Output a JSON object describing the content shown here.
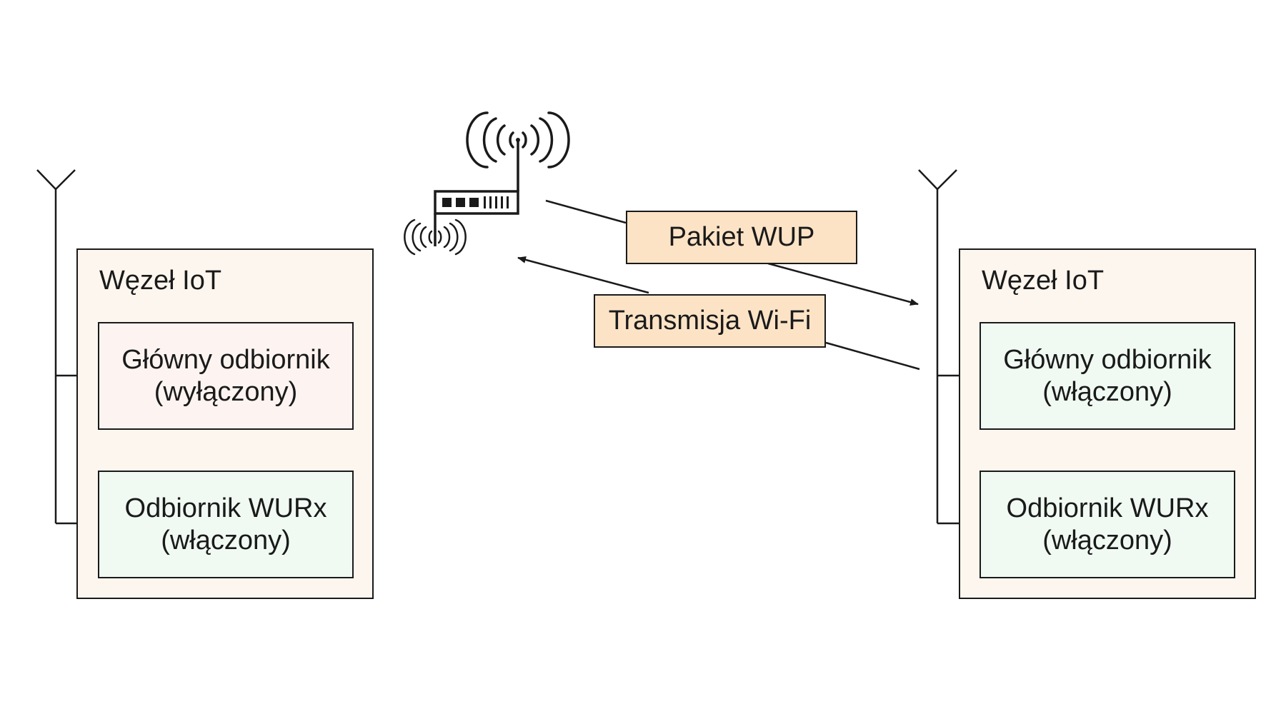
{
  "left_node": {
    "title": "Węzeł IoT",
    "main_receiver": {
      "line1": "Główny odbiornik",
      "line2": "(wyłączony)"
    },
    "wurx_receiver": {
      "line1": "Odbiornik WURx",
      "line2": "(włączony)"
    }
  },
  "right_node": {
    "title": "Węzeł IoT",
    "main_receiver": {
      "line1": "Główny odbiornik",
      "line2": "(włączony)"
    },
    "wurx_receiver": {
      "line1": "Odbiornik WURx",
      "line2": "(włączony)"
    }
  },
  "messages": {
    "wup_packet": "Pakiet WUP",
    "wifi_transmission": "Transmisja Wi-Fi"
  },
  "colors": {
    "node_fill": "#fdf6ee",
    "receiver_off_fill": "#fdf4f1",
    "receiver_on_fill": "#f0faf3",
    "message_fill": "#fde3c6",
    "stroke": "#1a1a1a"
  },
  "icons": [
    "antenna-icon",
    "access-point-icon",
    "wireless-signal-icon"
  ]
}
